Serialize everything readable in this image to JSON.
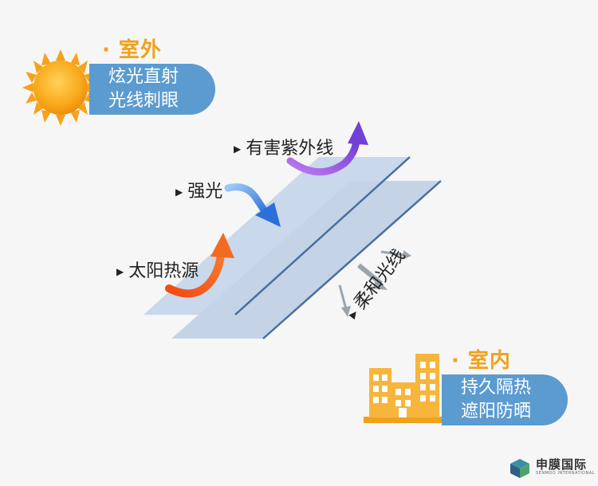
{
  "outdoor": {
    "heading": "· 室外",
    "lines": [
      "炫光直射",
      "光线刺眼"
    ]
  },
  "indoor": {
    "heading": "· 室内",
    "lines": [
      "持久隔热",
      "遮阳防晒"
    ]
  },
  "labels": {
    "uv": "有害紫外线",
    "strong_light": "强光",
    "heat_source": "太阳热源",
    "soft_light": "柔和光线"
  },
  "brand": {
    "name": "申膜国际",
    "sub": "SENMOO INTERNATIONAL"
  },
  "icons": {
    "sun": "sun-icon",
    "buildings": "buildings-icon",
    "logo": "cube-logo-icon",
    "pointer": "triangle-pointer-icon"
  },
  "colors": {
    "accent": "#f0a11c",
    "pill": "#5b9bd0",
    "uv_arrow": "#8a4fe0",
    "light_arrow": "#3b7fe0",
    "heat_arrow": "#f04a10",
    "film": "#c9d8ea",
    "film_edge": "#4a6fa0"
  }
}
